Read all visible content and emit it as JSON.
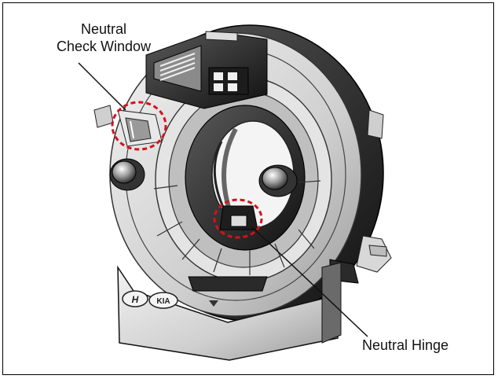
{
  "labels": {
    "neutral_check_window_line1": "Neutral",
    "neutral_check_window_line2": "Check Window",
    "neutral_hinge": "Neutral Hinge"
  },
  "logos": {
    "hyundai": "H",
    "kia": "KIA"
  },
  "colors": {
    "marker_red": "#d4121a",
    "line": "#111111",
    "part_light": "#d9d9d9",
    "part_dark": "#2a2a2a"
  }
}
